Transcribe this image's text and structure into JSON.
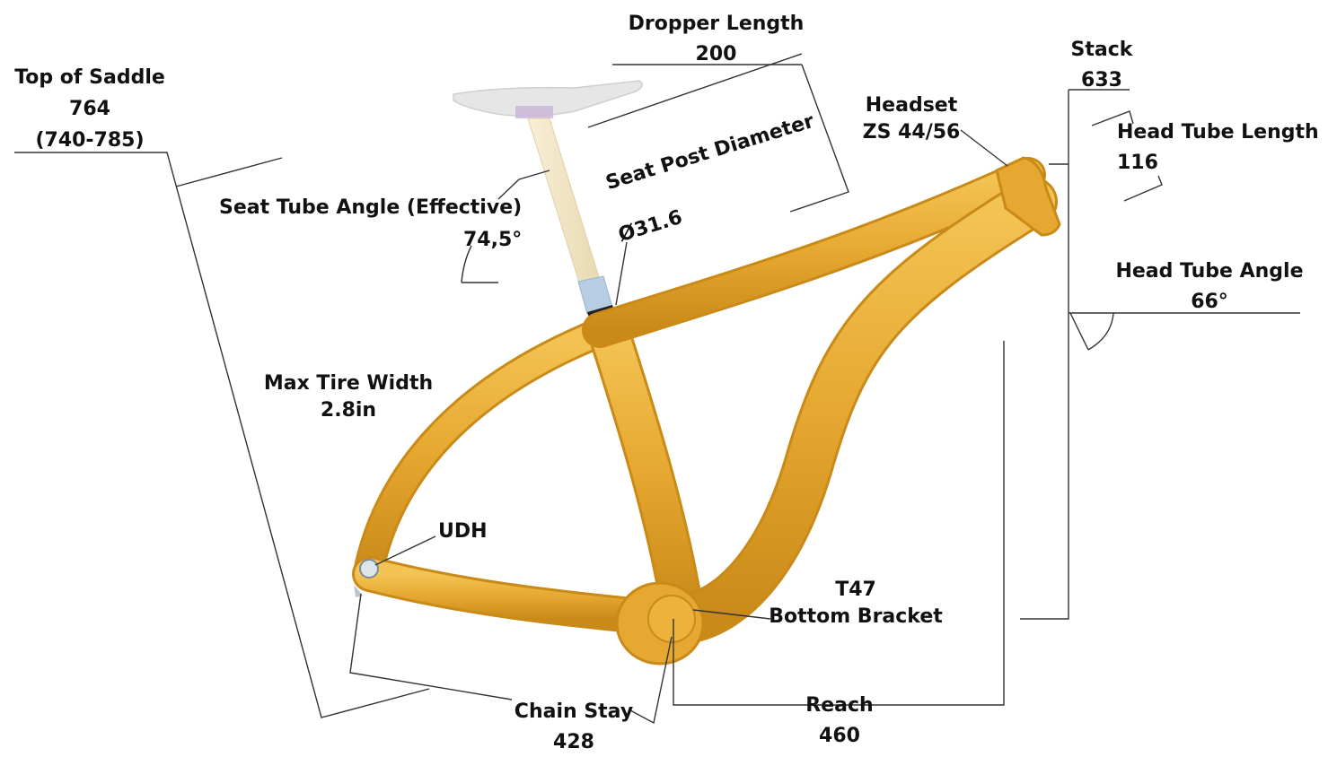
{
  "colors": {
    "frame": "#E6A830",
    "frame_dark": "#C98A18",
    "frame_light": "#F3C455",
    "line": "#333333",
    "seatpost": "#F2E6C6",
    "saddle": "#E4E4E4",
    "post_clamp": "#AFC8E0"
  },
  "labels": {
    "dropper_length": {
      "title": "Dropper Length",
      "value": "200"
    },
    "stack": {
      "title": "Stack",
      "value": "633"
    },
    "top_of_saddle": {
      "title": "Top of Saddle",
      "value": "764",
      "range": "(740-785)"
    },
    "headset": {
      "title": "Headset",
      "value": "ZS 44/56"
    },
    "head_tube_length": {
      "title": "Head Tube Length",
      "value": "116"
    },
    "seat_tube_angle": {
      "title": "Seat Tube Angle (Effective)",
      "value": "74,5°"
    },
    "seat_post_diameter": {
      "title": "Seat Post Diameter",
      "value": "Ø31.6"
    },
    "head_tube_angle": {
      "title": "Head Tube Angle",
      "value": "66°"
    },
    "max_tire_width": {
      "title": "Max Tire Width",
      "value": "2.8in"
    },
    "udh": {
      "title": "UDH"
    },
    "bottom_bracket": {
      "title": "T47",
      "value": "Bottom Bracket"
    },
    "chain_stay": {
      "title": "Chain Stay",
      "value": "428"
    },
    "reach": {
      "title": "Reach",
      "value": "460"
    }
  }
}
